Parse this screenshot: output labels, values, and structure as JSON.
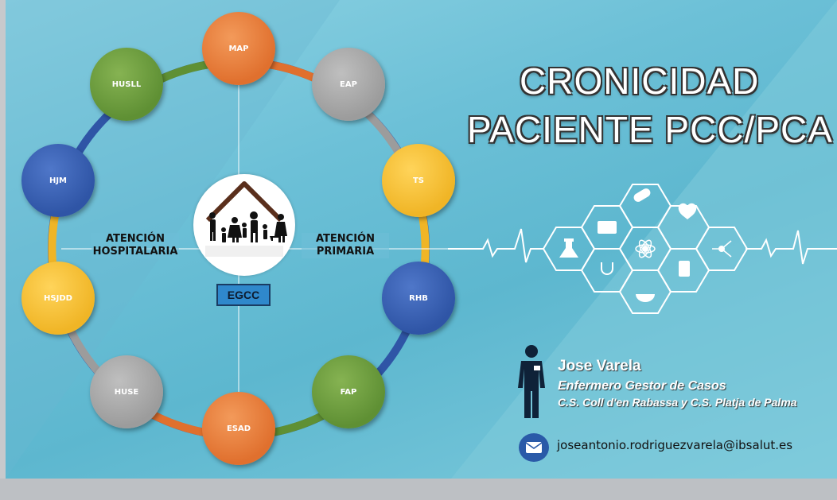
{
  "title": {
    "line1": "CRONICIDAD",
    "line2": "PACIENTE PCC/PCA"
  },
  "ring_nodes": [
    {
      "label": "MAP",
      "color": "#e0702e"
    },
    {
      "label": "EAP",
      "color": "#9c9c9c"
    },
    {
      "label": "TS",
      "color": "#f0b526"
    },
    {
      "label": "RHB",
      "color": "#2f55a6"
    },
    {
      "label": "FAP",
      "color": "#5f9034"
    },
    {
      "label": "ESAD",
      "color": "#e0702e"
    },
    {
      "label": "HUSE",
      "color": "#9c9c9c"
    },
    {
      "label": "HSJDD",
      "color": "#f0b526"
    },
    {
      "label": "HJM",
      "color": "#2f55a6"
    },
    {
      "label": "HUSLL",
      "color": "#5f9034"
    }
  ],
  "sides": {
    "left": "ATENCIÓN\nHOSPITALARIA",
    "right": "ATENCIÓN\nPRIMARIA"
  },
  "center": {
    "icon": "family-under-roof-icon",
    "label": "EGCC"
  },
  "icons": [
    "first-aid-kit-icon",
    "pills-icon",
    "heart-pulse-icon",
    "flask-icon",
    "atom-icon",
    "molecule-icon",
    "stethoscope-icon",
    "medicine-bottle-icon",
    "mortar-pestle-icon"
  ],
  "author": {
    "name": "Jose Varela",
    "role": "Enfermero Gestor de Casos",
    "centers": "C.S. Coll d'en Rabassa y C.S. Platja de Palma",
    "email": "joseantonio.rodriguezvarela@ibsalut.es"
  }
}
